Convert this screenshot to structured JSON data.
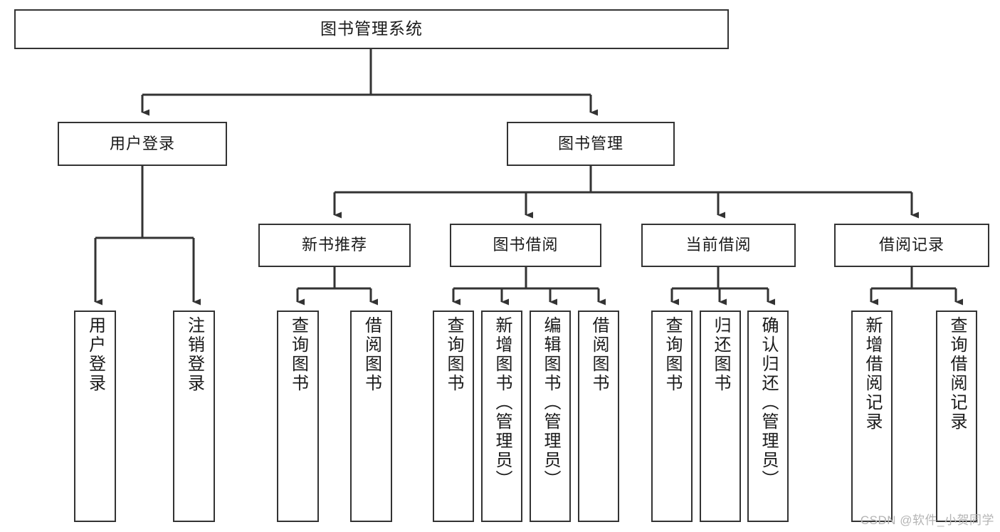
{
  "diagram": {
    "title": "图书管理系统",
    "type": "hierarchical-tree",
    "watermark": "CSDN @软件_小贺同学",
    "root": {
      "id": "root",
      "label": "图书管理系统"
    },
    "level1": [
      {
        "id": "user-login",
        "label": "用户登录"
      },
      {
        "id": "book-management",
        "label": "图书管理"
      }
    ],
    "level2": [
      {
        "id": "new-book-recommend",
        "label": "新书推荐",
        "parent": "book-management"
      },
      {
        "id": "book-borrow",
        "label": "图书借阅",
        "parent": "book-management"
      },
      {
        "id": "current-borrow",
        "label": "当前借阅",
        "parent": "book-management"
      },
      {
        "id": "borrow-record",
        "label": "借阅记录",
        "parent": "book-management"
      }
    ],
    "leaves": [
      {
        "id": "leaf-user-login",
        "label": "用户登录",
        "parent": "user-login"
      },
      {
        "id": "leaf-user-logout",
        "label": "注销登录",
        "parent": "user-login"
      },
      {
        "id": "leaf-query-book-1",
        "label": "查询图书",
        "parent": "new-book-recommend"
      },
      {
        "id": "leaf-borrow-book-1",
        "label": "借阅图书",
        "parent": "new-book-recommend"
      },
      {
        "id": "leaf-query-book-2",
        "label": "查询图书",
        "parent": "book-borrow"
      },
      {
        "id": "leaf-add-book",
        "label": "新增图书（管理员）",
        "parent": "book-borrow"
      },
      {
        "id": "leaf-edit-book",
        "label": "编辑图书（管理员）",
        "parent": "book-borrow"
      },
      {
        "id": "leaf-borrow-book-2",
        "label": "借阅图书",
        "parent": "book-borrow"
      },
      {
        "id": "leaf-query-book-3",
        "label": "查询图书",
        "parent": "current-borrow"
      },
      {
        "id": "leaf-return-book",
        "label": "归还图书",
        "parent": "current-borrow"
      },
      {
        "id": "leaf-confirm-return",
        "label": "确认归还（管理员）",
        "parent": "current-borrow"
      },
      {
        "id": "leaf-add-record",
        "label": "新增借阅记录",
        "parent": "borrow-record"
      },
      {
        "id": "leaf-query-record",
        "label": "查询借阅记录",
        "parent": "borrow-record"
      }
    ],
    "colors": {
      "stroke": "#333333",
      "fill": "#ffffff",
      "text": "#1a1a1a",
      "watermark": "#b4b4b4"
    }
  }
}
